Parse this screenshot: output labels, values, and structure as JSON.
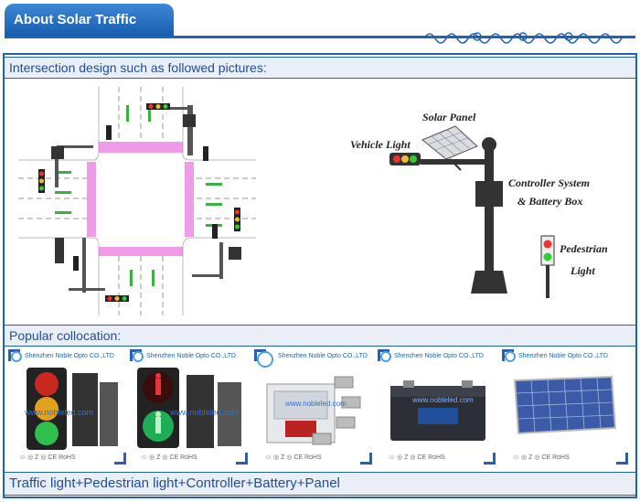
{
  "header": {
    "title": "About Solar Traffic System"
  },
  "sections": {
    "intersection": "Intersection design such as followed pictures:",
    "collocation": "Popular collocation:",
    "footer": "Traffic light+Pedestrian light+Controller+Battery+Panel"
  },
  "diagram": {
    "solar_panel": "Solar Panel",
    "vehicle_light": "Vehicle Light",
    "controller_1": "Controller System",
    "controller_2": "& Battery Box",
    "pedestrian_1": "Pedestrian",
    "pedestrian_2": "Light"
  },
  "products": [
    {
      "brand": "Shenzhen Noble Opto CO.,LTD",
      "watermark": "www.nobleled.com",
      "cert": "☺ ◎ Z ◎ CE RoHS"
    },
    {
      "brand": "Shenzhen Noble Opto CO.,LTD",
      "watermark": "www.nobleled.com",
      "cert": "☺ ◎ Z ◎ CE RoHS"
    },
    {
      "brand": "Shenzhen Noble Opto CO.,LTD",
      "watermark": "www.nobleled.com",
      "cert": "☺ ◎ Z ◎ CE RoHS"
    },
    {
      "brand": "Shenzhen Noble Opto CO.,LTD",
      "watermark": "www.nobleled.com",
      "cert": "☺ ◎ Z ◎ CE RoHS"
    },
    {
      "brand": "Shenzhen Noble Opto CO.,LTD",
      "watermark": "",
      "cert": "☺ ◎ Z ◎ CE RoHS"
    }
  ],
  "colors": {
    "accent": "#1f63b5",
    "band": "#e9eef7",
    "crosswalk": "#e04ad8"
  }
}
